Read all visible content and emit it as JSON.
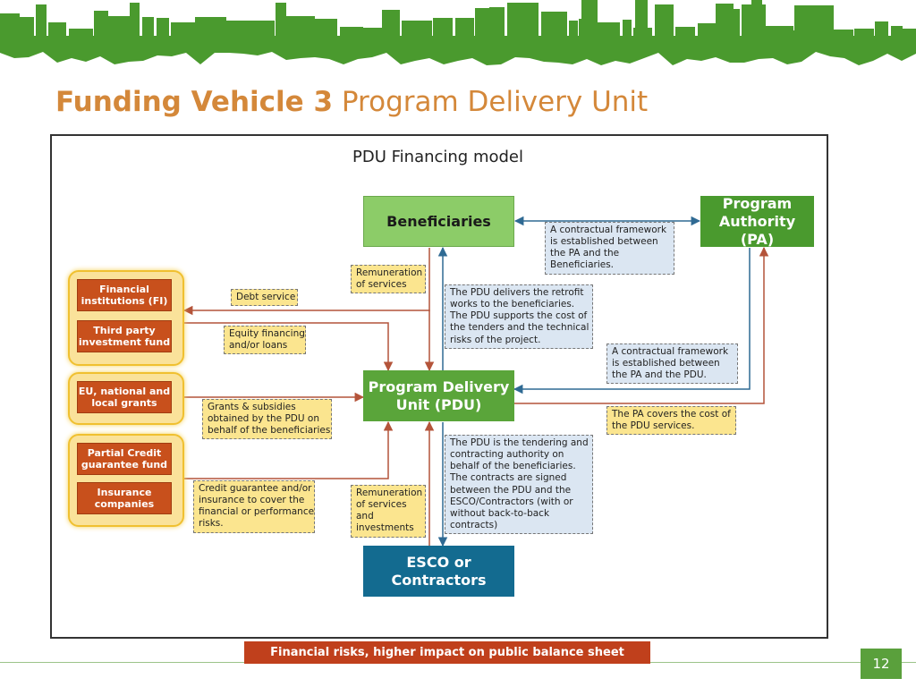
{
  "slide": {
    "title_bold": "Funding Vehicle 3",
    "title_rest": "Program Delivery Unit",
    "page_number": "12",
    "footer": "Financial risks, higher impact on public balance sheet"
  },
  "diagram": {
    "title": "PDU Financing model",
    "nodes": {
      "beneficiaries": "Beneficiaries",
      "program_authority": [
        "Program",
        "Authority (PA)"
      ],
      "pdu": [
        "Program Delivery",
        "Unit (PDU)"
      ],
      "esco": [
        "ESCO or",
        "Contractors"
      ]
    },
    "financiers": {
      "group1": [
        [
          "Financial",
          "institutions (FI)"
        ],
        [
          "Third party",
          "investment fund"
        ]
      ],
      "group2": [
        [
          "EU, national and",
          "local grants"
        ]
      ],
      "group3": [
        [
          "Partial Credit",
          "guarantee fund"
        ],
        [
          "Insurance",
          "companies"
        ]
      ]
    },
    "notes": {
      "pa_beneficiaries": [
        "A contractual framework",
        "is established between",
        "the PA and the",
        "Beneficiaries."
      ],
      "remuneration_top": [
        "Remuneration",
        "of services"
      ],
      "pdu_delivers": [
        "The PDU delivers the retrofit",
        "works to the beneficiaries.",
        "The PDU supports the cost of",
        "the tenders and the technical",
        "risks of the project."
      ],
      "debt_service": [
        "Debt service"
      ],
      "equity": [
        "Equity financing",
        "and/or loans"
      ],
      "pa_pdu": [
        "A contractual framework",
        "is established between",
        "the PA and the PDU."
      ],
      "grants": [
        "Grants & subsidies",
        "obtained by the PDU on",
        "behalf of the beneficiaries"
      ],
      "pa_covers": [
        "The PA covers the cost of",
        "the PDU services."
      ],
      "tendering": [
        "The PDU is the tendering and",
        "contracting authority on",
        "behalf of the beneficiaries.",
        "The contracts are signed",
        "between the PDU and the",
        "ESCO/Contractors (with or",
        "without back-to-back",
        "contracts)"
      ],
      "credit_guarantee": [
        "Credit guarantee and/or",
        "insurance to cover the",
        "financial or performance",
        "risks."
      ],
      "remuneration_bottom": [
        "Remuneration",
        "of services",
        "and",
        "investments"
      ]
    }
  },
  "colors": {
    "title_orange": "#d4883a",
    "skyline_green": "#4a9a2e",
    "pa_green": "#4a9a2e",
    "pdu_green": "#5aa53a",
    "beneficiaries_green": "#8ccc68",
    "esco_blue": "#136b90",
    "financier_orange": "#c8501c",
    "note_yellow": "#fbe58f",
    "note_blue": "#dbe6f2",
    "arrow_blue": "#2f6a93",
    "arrow_red": "#b4543a",
    "footer_red": "#c0401c"
  }
}
